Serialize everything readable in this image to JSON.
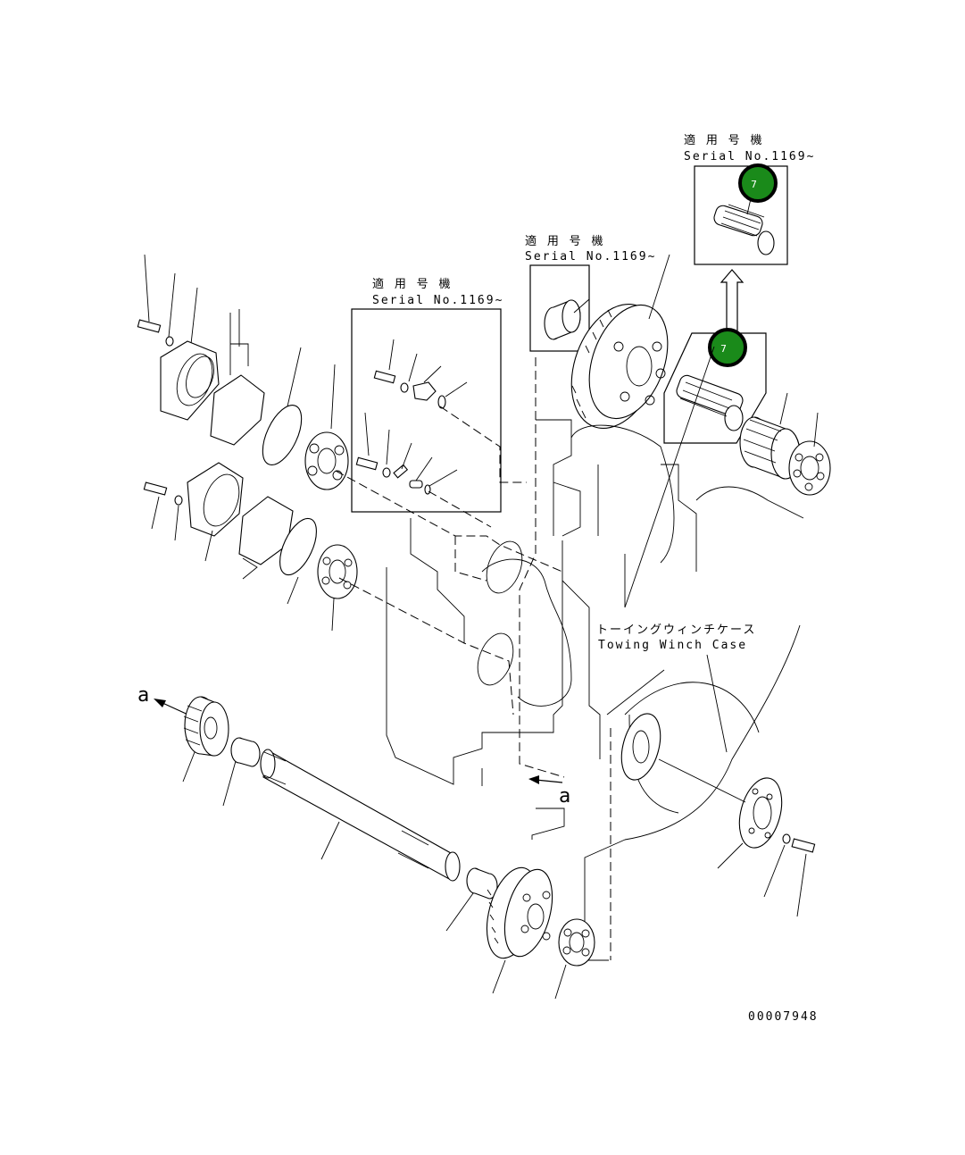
{
  "serial_boxes": [
    {
      "jp": "適 用 号 機",
      "en": "Serial No.1169~"
    },
    {
      "jp": "適 用 号 機",
      "en": "Serial No.1169~"
    },
    {
      "jp": "適 用 号 機",
      "en": "Serial No.1169~"
    }
  ],
  "case_label": {
    "jp": "トーイングウィンチケース",
    "en": "Towing Winch Case"
  },
  "arrow_labels": {
    "top": "a",
    "bottom": "a"
  },
  "callouts": [
    {
      "number": "7",
      "color": "#1a8a1a"
    },
    {
      "number": "7",
      "color": "#1a8a1a"
    }
  ],
  "figure_id": "00007948"
}
